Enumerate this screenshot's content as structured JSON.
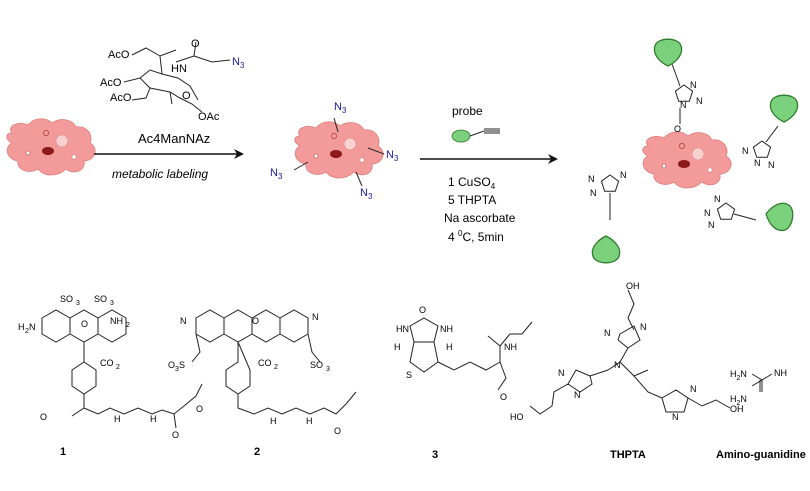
{
  "scheme": {
    "reagent": "Ac4ManNAz",
    "reagent_sub": "4",
    "step1_label": "metabolic labeling",
    "azide_label": "N",
    "azide_sub": "3",
    "sugar_labels": {
      "aco1": "AcO",
      "aco2": "AcO",
      "aco3": "AcO",
      "oac": "OAc",
      "hn": "HN",
      "o_ring": "O",
      "carbonyl_o": "O",
      "n3_text": "N",
      "n3_sub": "3"
    },
    "probe_label": "probe",
    "conditions": [
      "1 CuSO",
      "5 THPTA",
      "Na ascorbate",
      "4 ",
      "C, 5min"
    ],
    "conditions_sub": "4",
    "conditions_sup": "0",
    "triazole_n": "N",
    "cell_o": "O"
  },
  "compounds": [
    {
      "id": "1"
    },
    {
      "id": "2"
    },
    {
      "id": "3"
    },
    {
      "id": "THPTA"
    },
    {
      "id": "Amino-guanidine"
    }
  ],
  "atom_labels": {
    "so3": "SO",
    "so3_sub": "3",
    "nh2": "NH",
    "nh2_sub": "2",
    "h2n": "H",
    "h2n_sub": "2",
    "h2n_n": "N",
    "co2": "CO",
    "co2_sub": "2",
    "o3s": "O",
    "o3s_sub": "3",
    "o3s_s": "S",
    "o": "O",
    "n": "N",
    "h": "H",
    "s": "S",
    "oh": "OH",
    "nh": "NH",
    "hn": "HN",
    "ho": "HO",
    "h2n_nh": "NH"
  },
  "colors": {
    "cell": "#f39a9a",
    "nucleus": "#8b1a1a",
    "azide": "#1a1aa8",
    "probe": "#7bd17b",
    "probe_stroke": "#2f7a2f",
    "arrow": "#111111"
  }
}
